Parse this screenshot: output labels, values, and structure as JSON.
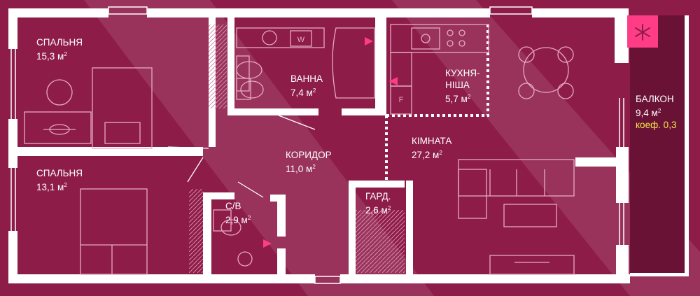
{
  "colors": {
    "background": "#8e1c49",
    "wall": "#ffffff",
    "furniture_line": "#e6aac0",
    "marker": "#ff3d86",
    "balcony_fill": "#6a1235",
    "coef_text": "#f3e64a"
  },
  "compass_icon": "asterisk-icon",
  "fixture_labels": {
    "washer": "W",
    "fridge": "F"
  },
  "rooms": {
    "bedroom1": {
      "name": "СПАЛЬНЯ",
      "area": "15,3 м",
      "unit_sup": "2"
    },
    "bedroom2": {
      "name": "СПАЛЬНЯ",
      "area": "13,1 м",
      "unit_sup": "2"
    },
    "bath": {
      "name": "ВАННА",
      "area": "7,4 м",
      "unit_sup": "2"
    },
    "kitchen": {
      "name_line1": "КУХНЯ-",
      "name_line2": "НІША",
      "area": "5,7 м",
      "unit_sup": "2"
    },
    "corridor": {
      "name": "КОРИДОР",
      "area": "11,0 м",
      "unit_sup": "2"
    },
    "room": {
      "name": "КІМНАТА",
      "area": "27,2 м",
      "unit_sup": "2"
    },
    "wc": {
      "name": "С/В",
      "area": "2,9 м",
      "unit_sup": "2"
    },
    "wardrobe": {
      "name": "ГАРД.",
      "area": "2,6 м",
      "unit_sup": "2"
    },
    "balcony": {
      "name": "БАЛКОН",
      "area": "9,4 м",
      "unit_sup": "2",
      "coef": "коеф. 0,3"
    }
  }
}
